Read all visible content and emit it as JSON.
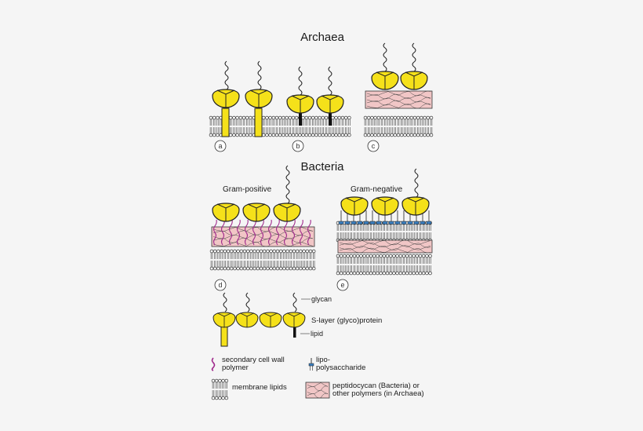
{
  "headings": {
    "archaea": "Archaea",
    "bacteria": "Bacteria",
    "gram_positive": "Gram-positive",
    "gram_negative": "Gram-negative"
  },
  "panels": [
    "a",
    "b",
    "c",
    "d",
    "e"
  ],
  "key_labels": {
    "glycan": "glycan",
    "slayer": "S-layer (glyco)protein",
    "lipid": "lipid"
  },
  "legend": {
    "secondary_wall_line1": "secondary cell wall",
    "secondary_wall_line2": "polymer",
    "lipo_line1": "lipo-",
    "lipo_line2": "polysaccharide",
    "membrane": "membrane lipids",
    "pepti_line1": "peptidocycan (Bacteria) or",
    "pepti_line2": "other polymers (in Archaea)"
  },
  "colors": {
    "protein": "#f5e11a",
    "outline": "#222222",
    "peptidoglycan": "#f1c6c6",
    "secondary_polymer": "#a02a8c",
    "lps": "#3a7fc1",
    "background": "#f5f5f5"
  }
}
